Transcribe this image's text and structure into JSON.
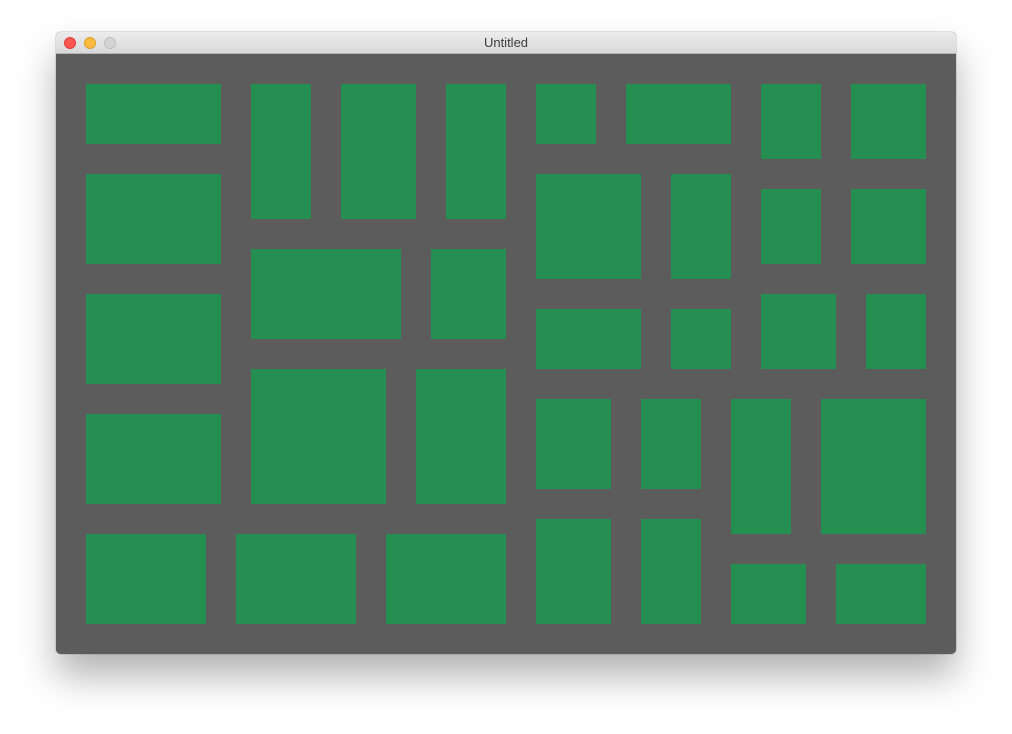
{
  "window": {
    "title": "Untitled",
    "controls": {
      "close": "close-button",
      "minimize": "minimize-button",
      "zoom": "zoom-button"
    }
  },
  "colors": {
    "content_background": "#5c5c5c",
    "tile": "#258f51",
    "close": "#fc5753",
    "minimize": "#fdbc40",
    "zoom_disabled": "#d4d4d4"
  }
}
